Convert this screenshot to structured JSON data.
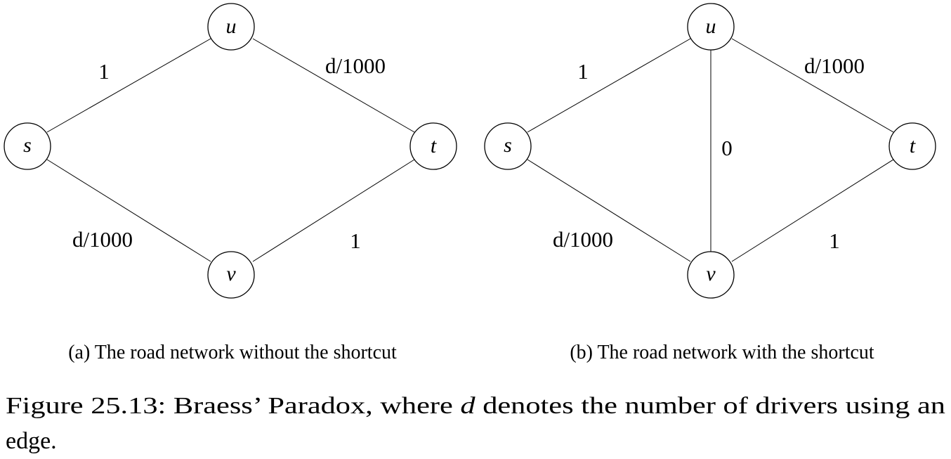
{
  "diagrams": [
    {
      "id": "a",
      "nodes": [
        "u",
        "s",
        "t",
        "v"
      ],
      "edges": [
        {
          "from": "s",
          "to": "u",
          "label": "1"
        },
        {
          "from": "u",
          "to": "t",
          "label": "d/1000"
        },
        {
          "from": "s",
          "to": "v",
          "label": "d/1000"
        },
        {
          "from": "v",
          "to": "t",
          "label": "1"
        }
      ],
      "caption": "(a) The road network without the shortcut"
    },
    {
      "id": "b",
      "nodes": [
        "u",
        "s",
        "t",
        "v"
      ],
      "edges": [
        {
          "from": "s",
          "to": "u",
          "label": "1"
        },
        {
          "from": "u",
          "to": "t",
          "label": "d/1000"
        },
        {
          "from": "u",
          "to": "v",
          "label": "0"
        },
        {
          "from": "s",
          "to": "v",
          "label": "d/1000"
        },
        {
          "from": "v",
          "to": "t",
          "label": "1"
        }
      ],
      "caption": "(b) The road network with the shortcut"
    }
  ],
  "figure_caption": {
    "line1_prefix": "Figure 25.13: Braess’ Paradox, where ",
    "variable": "d",
    "line1_suffix": " denotes the number of drivers using an",
    "line2": "edge."
  }
}
